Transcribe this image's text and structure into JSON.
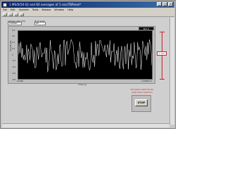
{
  "window": {
    "title": "1 MS/S(50-Q) and 60 averages of 1 sec/TBPanel*",
    "buttons": [
      "_",
      "□",
      "×"
    ]
  },
  "menu": {
    "items": [
      "File",
      "Edit",
      "Operate",
      "Tools",
      "Browse",
      "Window",
      "Help"
    ]
  },
  "controls": {
    "sample_rate_label": "sample rate (Hz)",
    "sample_rate_value": "100000",
    "averages_label": "# of avgs",
    "averages_value": "60"
  },
  "graph": {
    "legend": "Plot 0",
    "y_axis_label": "Amplitude",
    "x_axis_label": "Time (s)",
    "y_ticks": [
      "0.8",
      "0.6",
      "0.4",
      "0.2",
      "0",
      "-0.2",
      "-0.4",
      "-0.6",
      "-0.8"
    ],
    "x_ticks": [
      "0.0000",
      "1.0000E+0"
    ]
  },
  "annotation": {
    "value_label": "1.12V",
    "note": "Prompted with the 60 digit input selection"
  },
  "stop_button": {
    "label": "STOP"
  },
  "colors": {
    "title_bar": "#0a246a",
    "panel_bg": "#cfcfcf",
    "plot_bg": "#000000",
    "trace": "#ffffff",
    "annotation": "#d02020"
  }
}
